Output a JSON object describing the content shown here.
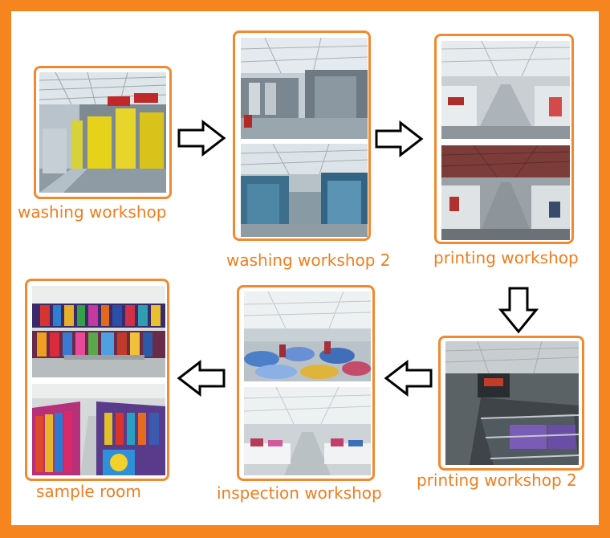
{
  "colors": {
    "frame": "#f7851f",
    "border": "#f08a30",
    "caption": "#f07d1e"
  },
  "captions": {
    "washing": "washing workshop",
    "washing2": "washing workshop 2",
    "printing": "printing workshop",
    "printing2": "printing workshop 2",
    "inspection": "inspection workshop",
    "sample": "sample room"
  },
  "flow_icons": [
    "arrow-right-icon",
    "arrow-right-icon",
    "arrow-down-icon",
    "arrow-left-icon",
    "arrow-left-icon"
  ]
}
